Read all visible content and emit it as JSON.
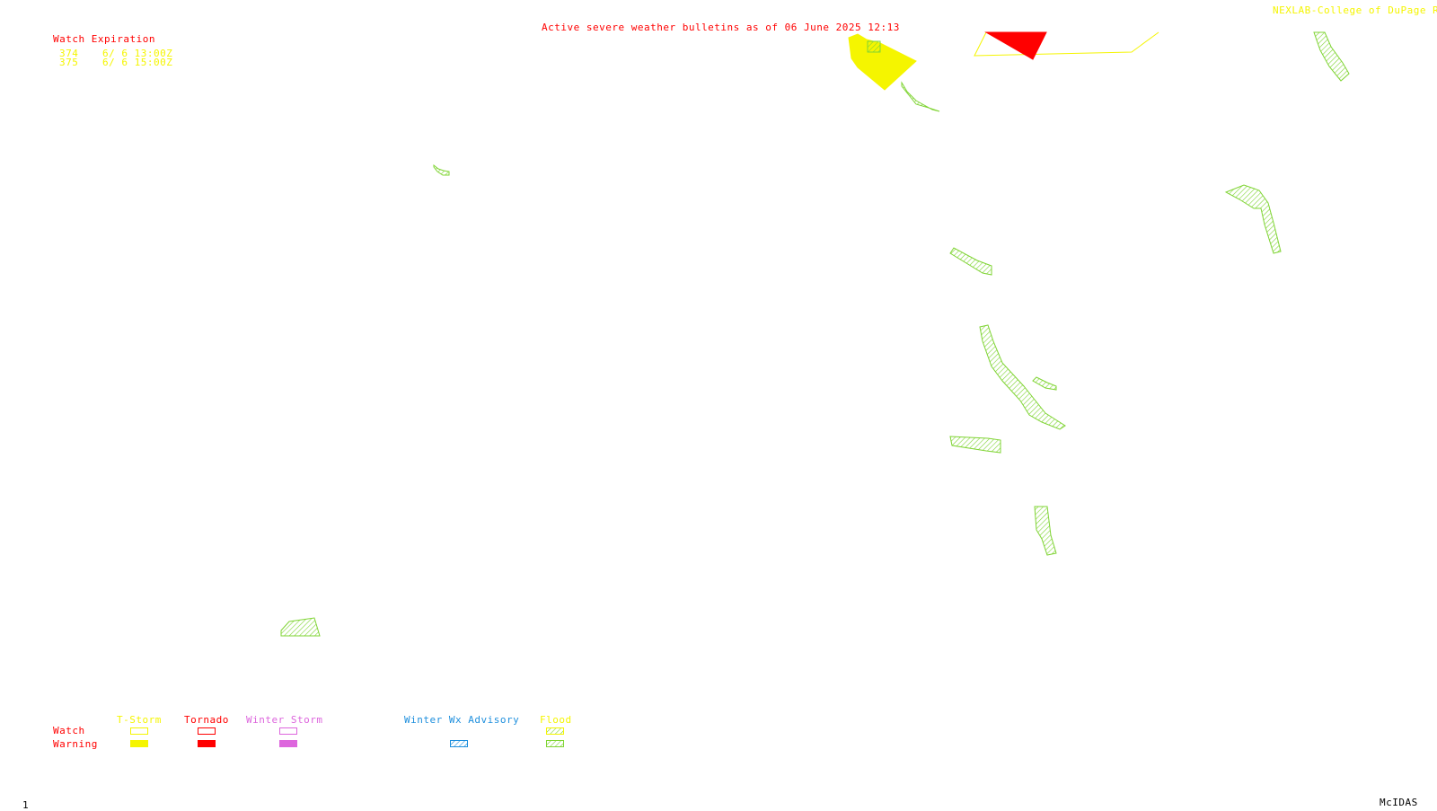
{
  "header": {
    "title": "Active severe weather bulletins as of 06 June 2025 12:13",
    "credit": "NEXLAB-College of DuPage R"
  },
  "watch_expiration": {
    "heading": "Watch Expiration",
    "rows": [
      {
        "id": "374",
        "expires": "6/ 6 13:00Z"
      },
      {
        "id": "375",
        "expires": "6/ 6 15:00Z"
      }
    ]
  },
  "legend": {
    "row_labels": {
      "watch": "Watch",
      "warning": "Warning"
    },
    "columns": [
      {
        "label": "T-Storm",
        "color": "#f5f500",
        "watch_style": "outline",
        "warning_style": "fill"
      },
      {
        "label": "Tornado",
        "color": "#ff0000",
        "watch_style": "outline",
        "warning_style": "fill"
      },
      {
        "label": "Winter Storm",
        "color": "#dd66dd",
        "watch_style": "outline",
        "warning_style": "fill"
      },
      {
        "label": "Winter Wx Advisory",
        "color": "#1e8fdd",
        "watch_style": "none",
        "warning_style": "hatch"
      },
      {
        "label": "Flood",
        "color": "#7fd433",
        "watch_style": "hatch",
        "warning_style": "hatch"
      }
    ]
  },
  "footer": {
    "frame_number": "1",
    "software": "McIDAS"
  },
  "colors": {
    "tstorm": "#f5f500",
    "tornado": "#ff0000",
    "winter_storm": "#dd66dd",
    "winter_advisory": "#1e8fdd",
    "flood": "#7fd433",
    "background": "#ffffff"
  }
}
